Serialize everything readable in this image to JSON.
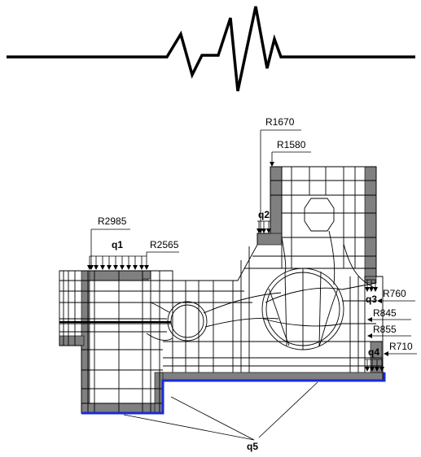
{
  "labels": {
    "r2985": "R2985",
    "q1": "q1",
    "r2565": "R2565",
    "r1670": "R1670",
    "r1580": "R1580",
    "q2": "q2",
    "r760": "R760",
    "q3": "q3",
    "r845": "R845",
    "r855": "R855",
    "q4": "q4",
    "r710": "R710",
    "q5": "q5"
  },
  "colors": {
    "mesh_line": "#000000",
    "shaded_cells": "#808080",
    "base_support": "#1a2bd6",
    "background": "#ffffff"
  }
}
